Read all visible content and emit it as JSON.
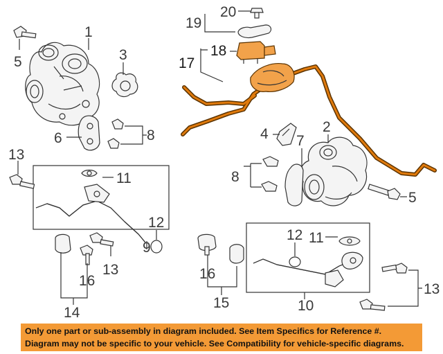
{
  "callouts": {
    "c1": "1",
    "c2": "2",
    "c3": "3",
    "c4": "4",
    "c5a": "5",
    "c5b": "5",
    "c6": "6",
    "c7": "7",
    "c8a": "8",
    "c8b": "8",
    "c9": "9",
    "c10": "10",
    "c11a": "11",
    "c11b": "11",
    "c12a": "12",
    "c12b": "12",
    "c13a": "13",
    "c13b": "13",
    "c13c": "13",
    "c14": "14",
    "c15": "15",
    "c16a": "16",
    "c16b": "16",
    "c17": "17",
    "c18": "18",
    "c19": "19",
    "c20": "20"
  },
  "disclaimer": {
    "line1": "Only one part or sub-assembly in diagram included. See Item Specifics for Reference #.",
    "line2": "Diagram may not be specific to your vehicle. See Compatibility for vehicle-specific diagrams."
  },
  "colors": {
    "highlight": "#e07a0c",
    "banner": "#f39a36"
  }
}
